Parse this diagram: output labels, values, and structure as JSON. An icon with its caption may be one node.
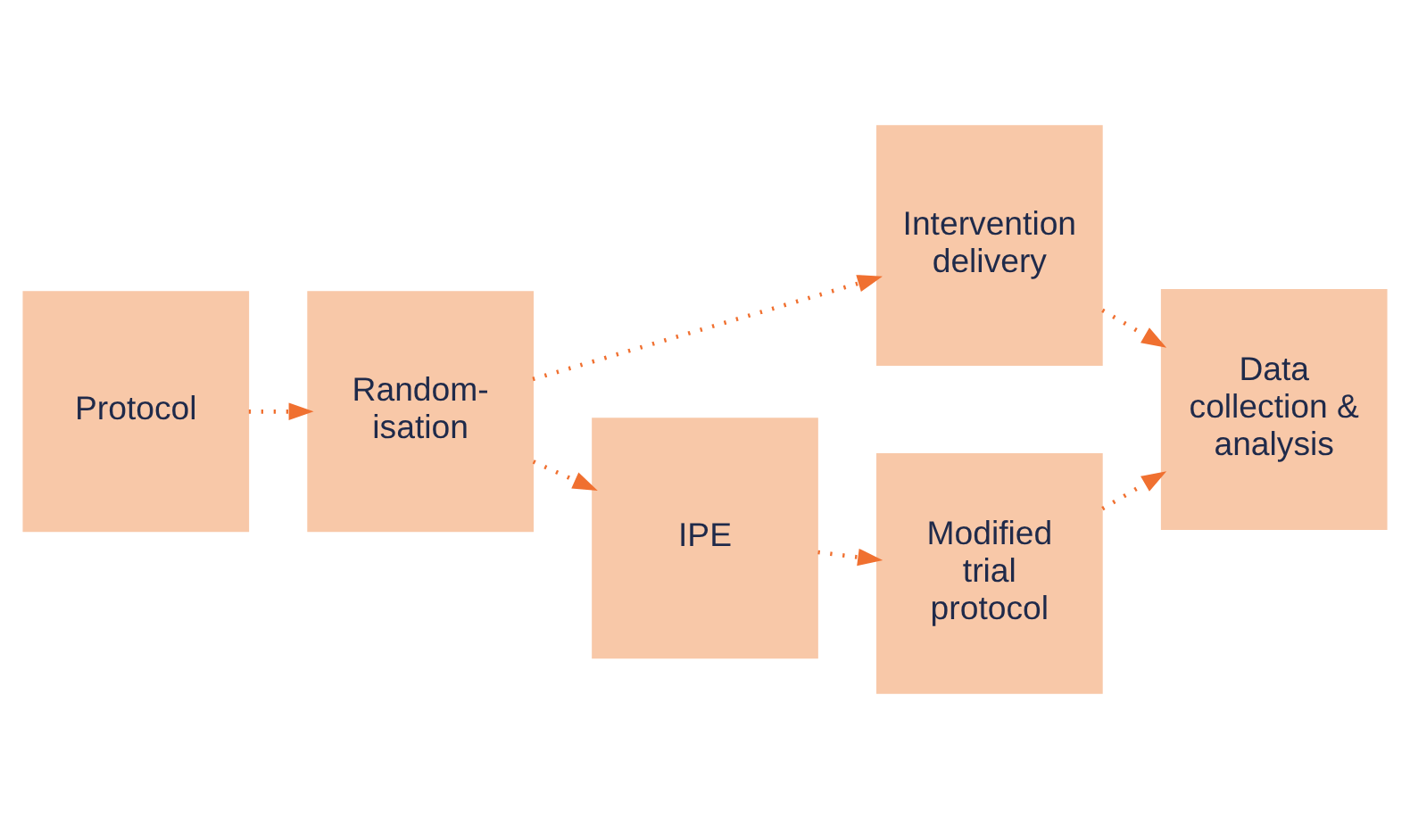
{
  "diagram": {
    "nodes": [
      {
        "text": [
          "Protocol"
        ]
      },
      {
        "text": [
          "Random- isation"
        ]
      },
      {
        "text": [
          "Intervention delivery"
        ]
      },
      {
        "text": [
          "Data collection & analysis"
        ]
      },
      {
        "text": [
          "IPE"
        ]
      },
      {
        "text": [
          "Modified trial protocol"
        ]
      }
    ],
    "edges": [
      {
        "from": 0,
        "to": 1,
        "arrow": "to"
      },
      {
        "from": 1,
        "to": 2,
        "arrow": "to"
      },
      {
        "from": 2,
        "to": 3,
        "arrow": "to"
      },
      {
        "from": 1,
        "to": 4,
        "arrow": "to"
      },
      {
        "from": 4,
        "to": 5,
        "arrow": "to"
      },
      {
        "from": 5,
        "to": 3,
        "arrow": "to"
      }
    ]
  }
}
